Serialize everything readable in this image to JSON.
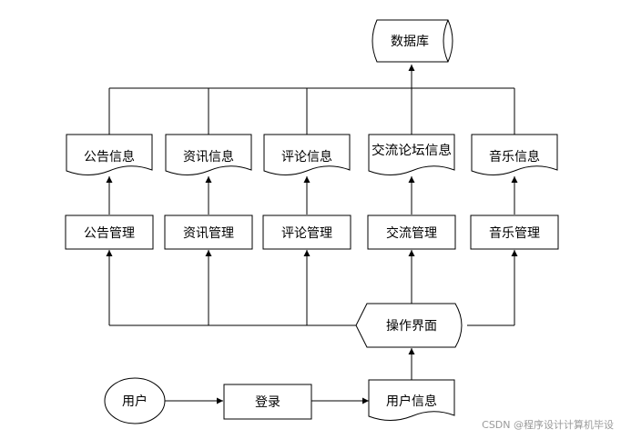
{
  "database": "数据库",
  "info_docs": [
    "公告信息",
    "资讯信息",
    "评论信息",
    "交流论坛信息",
    "音乐信息"
  ],
  "managers": [
    "公告管理",
    "资讯管理",
    "评论管理",
    "交流管理",
    "音乐管理"
  ],
  "operation": "操作界面",
  "user": "用户",
  "login": "登录",
  "user_info": "用户信息",
  "watermark": "CSDN @程序设计计算机毕设"
}
